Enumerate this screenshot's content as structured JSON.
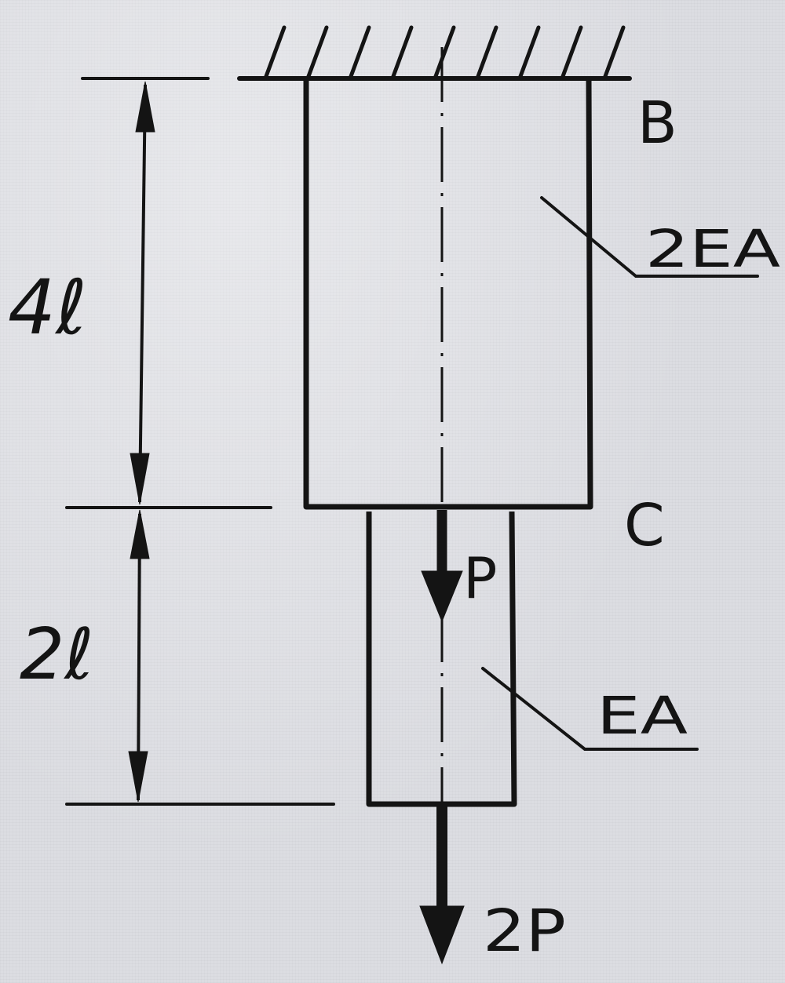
{
  "supports": {
    "top_label": "B",
    "joint_label": "C"
  },
  "segments": [
    {
      "name": "upper",
      "stiffness_label": "2EA",
      "length_label": "4ℓ"
    },
    {
      "name": "lower",
      "stiffness_label": "EA",
      "length_label": "2ℓ"
    }
  ],
  "loads": [
    {
      "at": "C",
      "label": "P",
      "direction": "down"
    },
    {
      "at": "free-end",
      "label": "2P",
      "direction": "down"
    }
  ],
  "colors": {
    "ink": "#141414",
    "paper": "#dcdde2"
  }
}
